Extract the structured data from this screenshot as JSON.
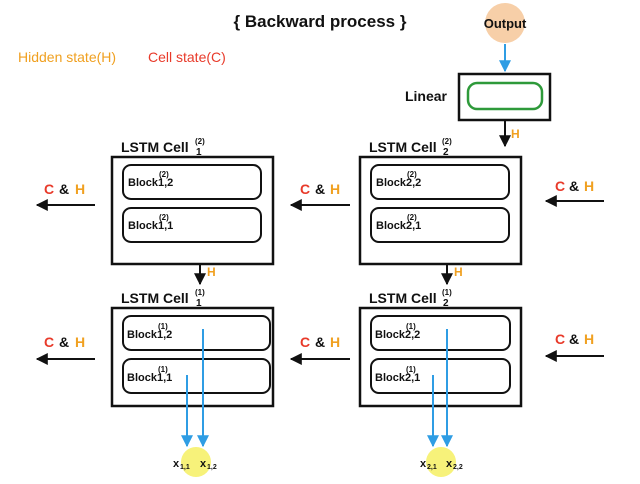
{
  "title": "{ Backward process }",
  "legend": {
    "hidden": "Hidden state(H)",
    "cell": "Cell state(C)"
  },
  "output": {
    "label": "Output"
  },
  "linear": {
    "label": "Linear"
  },
  "h_label": "H",
  "ch": {
    "c": "C",
    "amp": "&",
    "h": "H"
  },
  "cell_name": "LSTM Cell",
  "cells": {
    "tl": {
      "sub": "1",
      "sup": "(2)",
      "blocks": [
        {
          "label": "Block1,2",
          "sup": "(2)"
        },
        {
          "label": "Block1,1",
          "sup": "(2)"
        }
      ]
    },
    "tr": {
      "sub": "2",
      "sup": "(2)",
      "blocks": [
        {
          "label": "Block2,2",
          "sup": "(2)"
        },
        {
          "label": "Block2,1",
          "sup": "(2)"
        }
      ]
    },
    "bl": {
      "sub": "1",
      "sup": "(1)",
      "blocks": [
        {
          "label": "Block1,2",
          "sup": "(1)"
        },
        {
          "label": "Block1,1",
          "sup": "(1)"
        }
      ]
    },
    "br": {
      "sub": "2",
      "sup": "(1)",
      "blocks": [
        {
          "label": "Block2,2",
          "sup": "(1)"
        },
        {
          "label": "Block2,1",
          "sup": "(1)"
        }
      ]
    }
  },
  "inputs": {
    "x11": {
      "x": "x",
      "sub": "1,1"
    },
    "x12": {
      "x": "x",
      "sub": "1,2"
    },
    "x21": {
      "x": "x",
      "sub": "2,1"
    },
    "x22": {
      "x": "x",
      "sub": "2,2"
    }
  },
  "colors": {
    "hidden": "#f0a020",
    "cell": "#e83a2a",
    "blue": "#2f9de4",
    "green": "#2e9a3a",
    "output_circle": "#f7cfa8",
    "input_circle": "#f7f27a"
  }
}
